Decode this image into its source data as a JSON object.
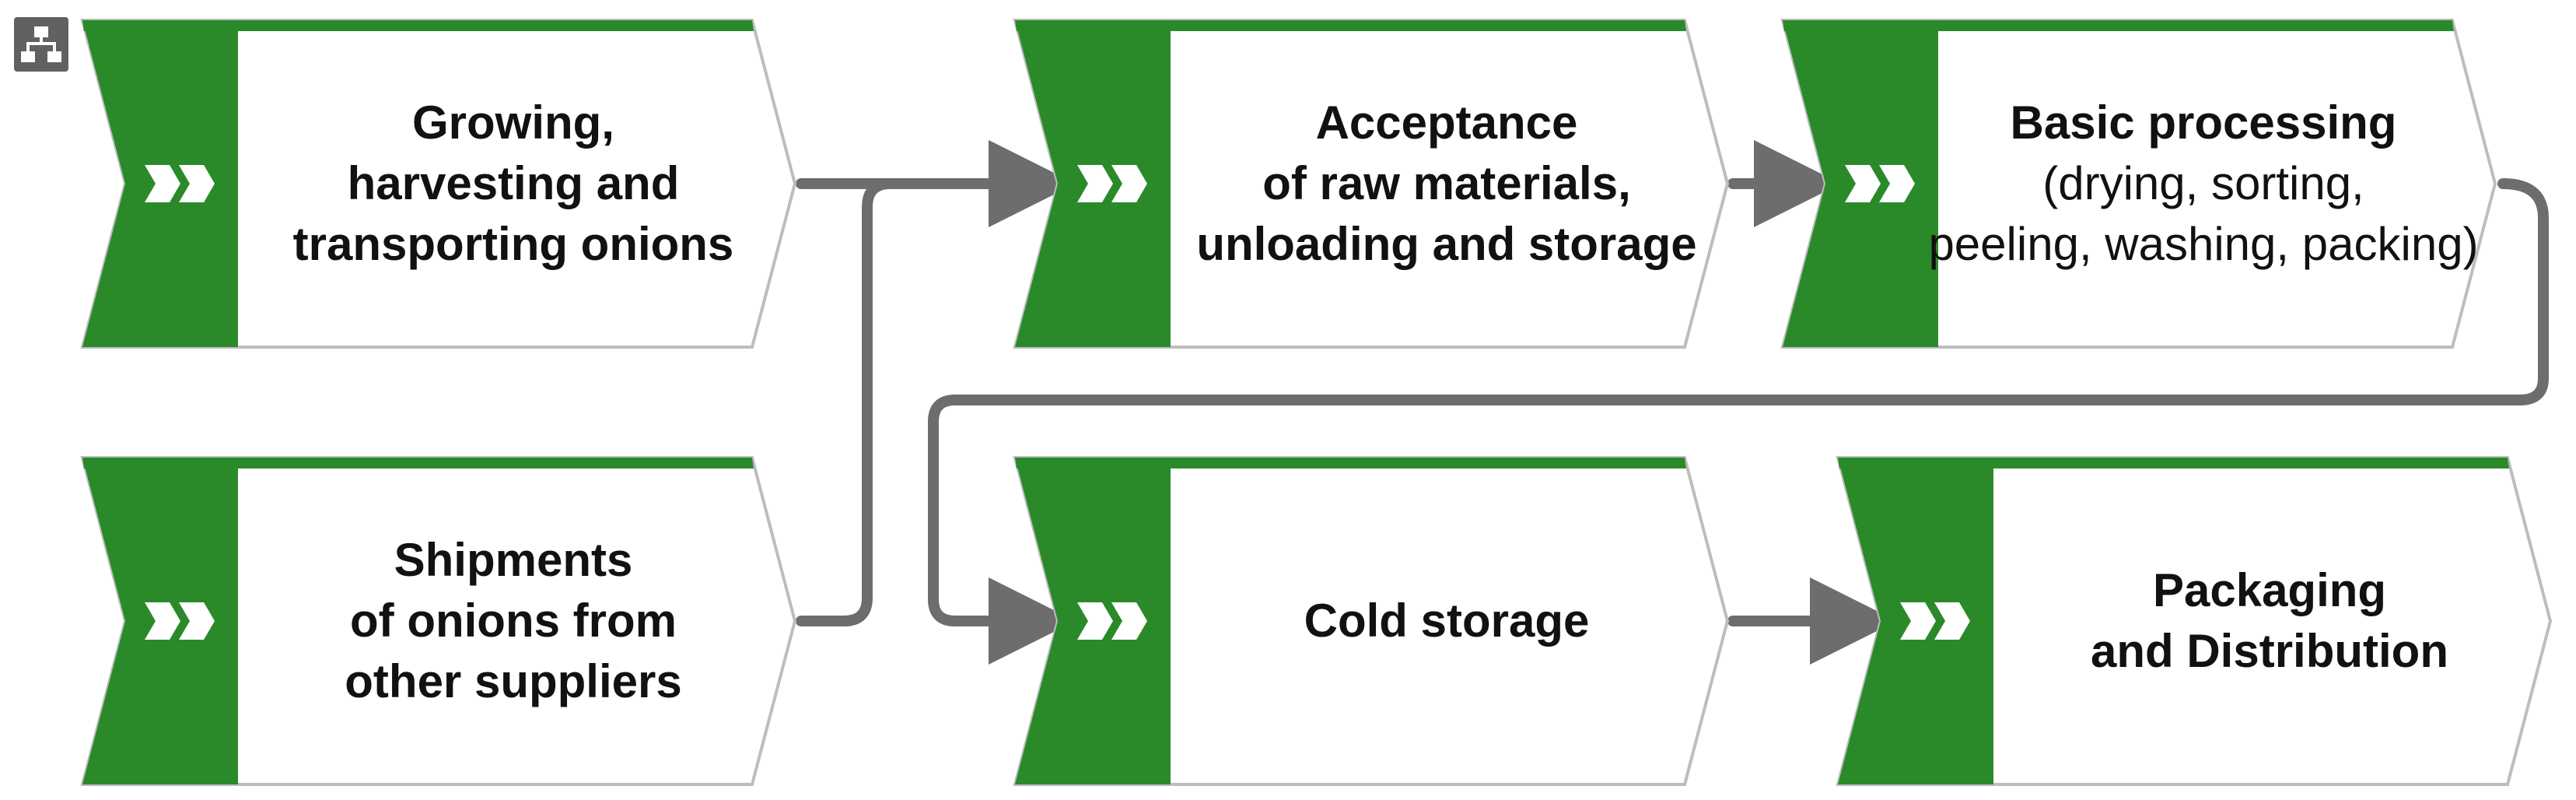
{
  "diagram": {
    "colors": {
      "accent": "#2a8a2a",
      "chevron": "#ffffff",
      "box_border": "#bdbdbd",
      "connector": "#6d6d6d",
      "icon_bg": "#616161",
      "text": "#111111"
    },
    "icon": "hierarchy-icon",
    "nodes": [
      {
        "id": "growing",
        "lines": [
          {
            "text": "Growing,",
            "bold": true
          },
          {
            "text": "harvesting and",
            "bold": true
          },
          {
            "text": "transporting onions",
            "bold": true
          }
        ]
      },
      {
        "id": "acceptance",
        "lines": [
          {
            "text": "Acceptance",
            "bold": true
          },
          {
            "text": "of raw materials,",
            "bold": true
          },
          {
            "text": "unloading and storage",
            "bold": true
          }
        ]
      },
      {
        "id": "basic-processing",
        "lines": [
          {
            "text": "Basic processing",
            "bold": true
          },
          {
            "text": "(drying, sorting,",
            "bold": false
          },
          {
            "text": "peeling, washing, packing)",
            "bold": false
          }
        ]
      },
      {
        "id": "shipments",
        "lines": [
          {
            "text": "Shipments",
            "bold": true
          },
          {
            "text": "of onions from",
            "bold": true
          },
          {
            "text": "other suppliers",
            "bold": true
          }
        ]
      },
      {
        "id": "cold-storage",
        "lines": [
          {
            "text": "Cold storage",
            "bold": true
          }
        ]
      },
      {
        "id": "packaging",
        "lines": [
          {
            "text": "Packaging",
            "bold": true
          },
          {
            "text": "and Distribution",
            "bold": true
          }
        ]
      }
    ],
    "edges": [
      {
        "from": "growing",
        "to": "acceptance"
      },
      {
        "from": "shipments",
        "to": "acceptance"
      },
      {
        "from": "acceptance",
        "to": "basic-processing"
      },
      {
        "from": "basic-processing",
        "to": "cold-storage"
      },
      {
        "from": "cold-storage",
        "to": "packaging"
      }
    ]
  }
}
